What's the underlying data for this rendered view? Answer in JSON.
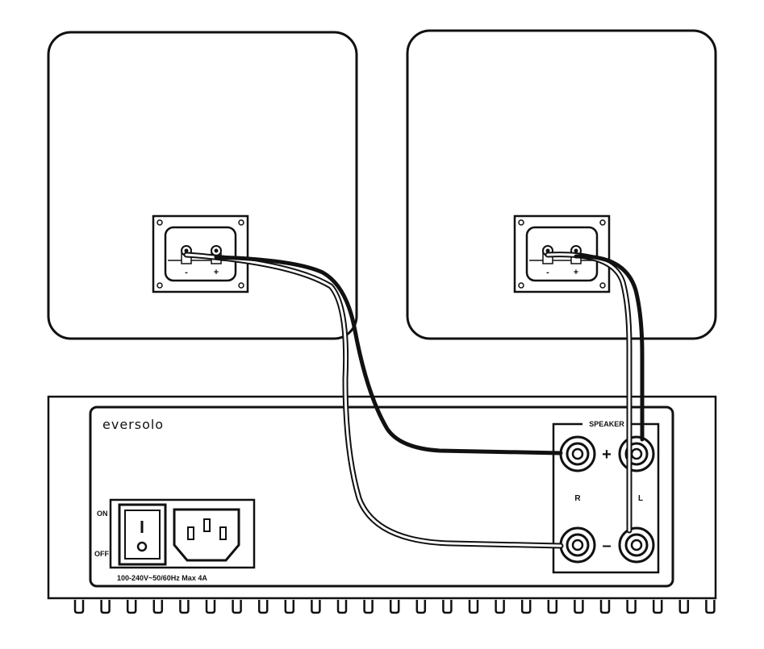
{
  "amplifier": {
    "brand": "eversolo",
    "speaker_panel_title": "SPEAKER",
    "positive_symbol": "+",
    "negative_symbol": "–",
    "channel_right": "R",
    "channel_left": "L",
    "switch_on_label": "ON",
    "switch_off_label": "OFF",
    "switch_on_mark": "I",
    "power_rating": "100-240V~50/60Hz Max 4A"
  },
  "speakers": {
    "left": {
      "minus_label": "-",
      "plus_label": "+"
    },
    "right": {
      "minus_label": "-",
      "plus_label": "+"
    }
  },
  "colors": {
    "line": "#111111",
    "background": "#ffffff",
    "positive_wire": "#111111",
    "negative_wire": "#ffffff"
  }
}
